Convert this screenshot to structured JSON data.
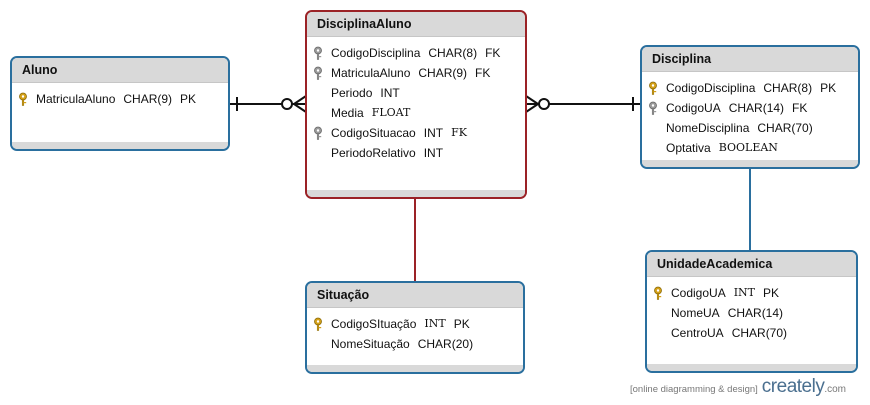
{
  "colors": {
    "entity_border": "#2a6f9e",
    "highlight_border": "#9b2226",
    "header_bg": "#d9d9d9",
    "key_gold": "#d4a017",
    "key_gray": "#8c8c8c"
  },
  "entities": {
    "aluno": {
      "title": "Aluno",
      "columns": [
        {
          "name": "MatriculaAluno",
          "type": "CHAR(9)",
          "key": "PK",
          "icon": "key-gold-icon"
        }
      ]
    },
    "disciplinaaluno": {
      "title": "DisciplinaAluno",
      "columns": [
        {
          "name": "CodigoDisciplina",
          "type": "CHAR(8)",
          "key": "FK",
          "icon": "key-gray-icon"
        },
        {
          "name": "MatriculaAluno",
          "type": "CHAR(9)",
          "key": "FK",
          "icon": "key-gray-icon"
        },
        {
          "name": "Periodo",
          "type": "INT",
          "key": "",
          "icon": ""
        },
        {
          "name": "Media",
          "type": "FLOAT",
          "key": "",
          "icon": ""
        },
        {
          "name": "CodigoSituacao",
          "type": "INT",
          "key": "FK",
          "icon": "key-gray-icon"
        },
        {
          "name": "PeriodoRelativo",
          "type": "INT",
          "key": "",
          "icon": ""
        }
      ]
    },
    "disciplina": {
      "title": "Disciplina",
      "columns": [
        {
          "name": "CodigoDisciplina",
          "type": "CHAR(8)",
          "key": "PK",
          "icon": "key-gold-icon"
        },
        {
          "name": "CodigoUA",
          "type": "CHAR(14)",
          "key": "FK",
          "icon": "key-gray-icon"
        },
        {
          "name": "NomeDisciplina",
          "type": "CHAR(70)",
          "key": "",
          "icon": ""
        },
        {
          "name": "Optativa",
          "type": "BOOLEAN",
          "key": "",
          "icon": ""
        }
      ]
    },
    "situacao": {
      "title": "Situação",
      "columns": [
        {
          "name": "CodigoSItuação",
          "type": "INT",
          "key": "PK",
          "icon": "key-gold-icon"
        },
        {
          "name": "NomeSituação",
          "type": "CHAR(20)",
          "key": "",
          "icon": ""
        }
      ]
    },
    "unidadeacademica": {
      "title": "UnidadeAcademica",
      "columns": [
        {
          "name": "CodigoUA",
          "type": "INT",
          "key": "PK",
          "icon": "key-gold-icon"
        },
        {
          "name": "NomeUA",
          "type": "CHAR(14)",
          "key": "",
          "icon": ""
        },
        {
          "name": "CentroUA",
          "type": "CHAR(70)",
          "key": "",
          "icon": ""
        }
      ]
    }
  },
  "watermark": {
    "tagline": "[online diagramming & design]",
    "brand": "creately",
    "tld": ".com"
  }
}
